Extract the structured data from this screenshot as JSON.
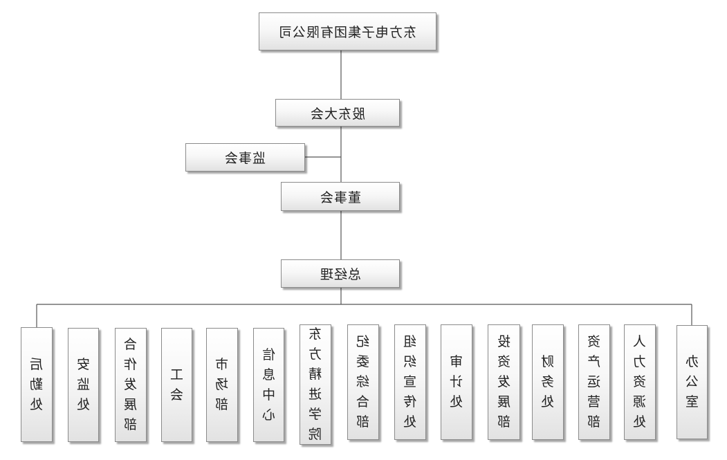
{
  "root": "东方电子集团有限公司",
  "top_chain": [
    "股东大会",
    "董事会",
    "总经理"
  ],
  "side_node": "监事会",
  "departments": [
    "后勤处",
    "安监处",
    "合作发展部",
    "工会",
    "市场部",
    "信息中心",
    "东方精进学院",
    "纪委综合部",
    "组织宣传处",
    "审计处",
    "投资发展部",
    "财务处",
    "资产运营部",
    "人力资源处",
    "办公室"
  ]
}
